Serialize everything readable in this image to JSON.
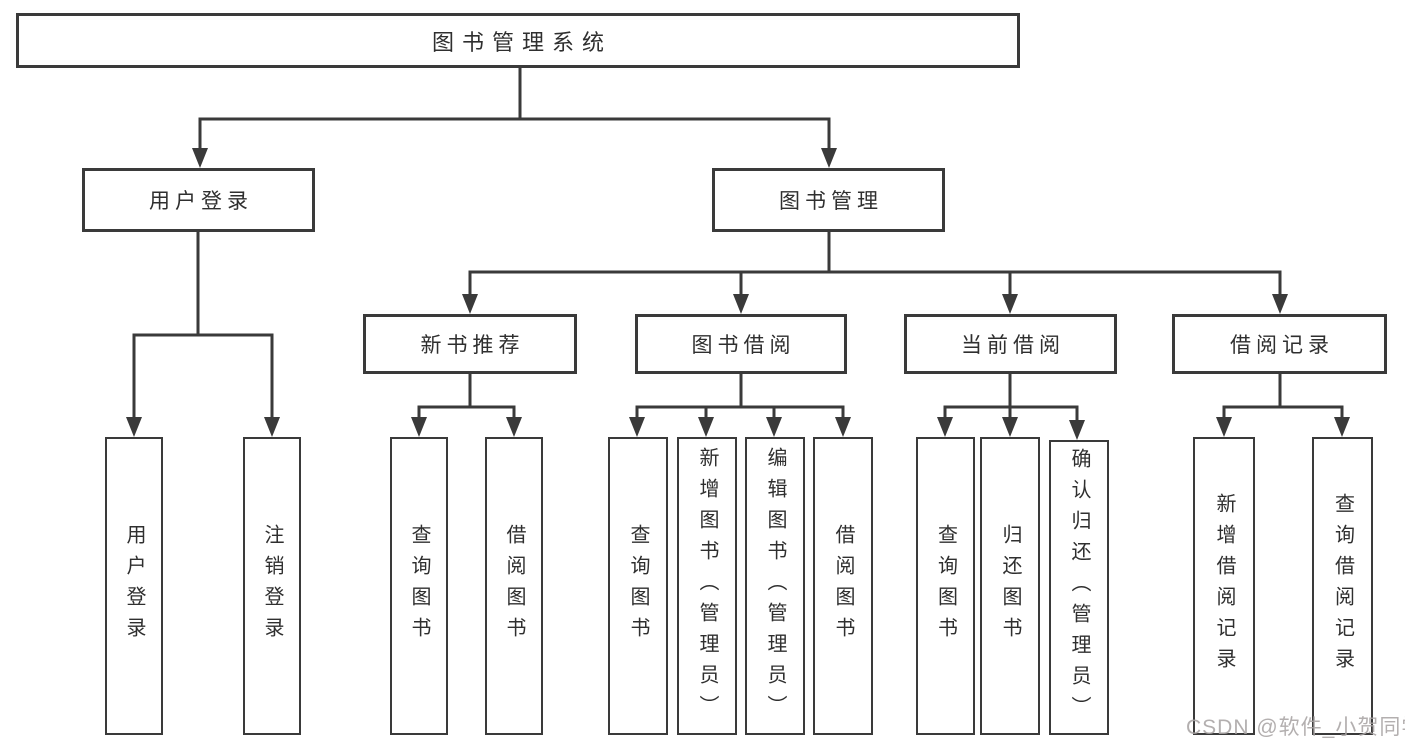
{
  "nodes": {
    "root": "图书管理系统",
    "user_login": "用户登录",
    "book_management": "图书管理",
    "new_book_recommendation": "新书推荐",
    "book_borrowing": "图书借阅",
    "current_borrowing": "当前借阅",
    "borrowing_records": "借阅记录",
    "user_login_action": "用户登录",
    "logout_action": "注销登录",
    "recommend_query_books": "查询图书",
    "recommend_borrow_books": "借阅图书",
    "borrowing_query_books": "查询图书",
    "borrowing_add_books_admin": "新增图书（管理员）",
    "borrowing_edit_books_admin": "编辑图书（管理员）",
    "borrowing_borrow_books": "借阅图书",
    "current_query_books": "查询图书",
    "current_return_books": "归还图书",
    "current_confirm_return_admin": "确认归还（管理员）",
    "records_add_record": "新增借阅记录",
    "records_query_record": "查询借阅记录"
  },
  "watermark": "CSDN @软件_小贺同学",
  "colors": {
    "line": "#3a3a3a",
    "box_border": "#3a3a3a",
    "text": "#2f2f2f",
    "watermark": "#a8a4a4",
    "background": "#ffffff"
  }
}
